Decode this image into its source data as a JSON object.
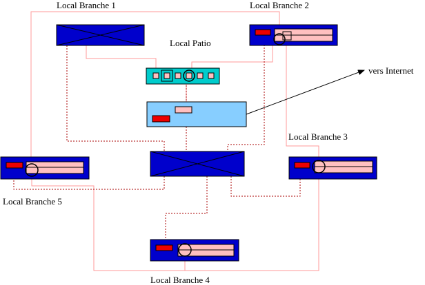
{
  "labels": {
    "branche1": "Local Branche 1",
    "branche2": "Local Branche 2",
    "branche3": "Local Branche 3",
    "branche4": "Local Branche 4",
    "branche5": "Local Branche 5",
    "patio": "Local Patio",
    "internet": "vers Internet"
  },
  "colors": {
    "box_blue": "#0000cc",
    "box_cyan": "#00cccc",
    "box_light": "#87ceff",
    "bar_pink": "#ffc0c0",
    "block_red": "#ee0000",
    "line_pink": "#ff9999",
    "line_dark": "#aa0000"
  }
}
